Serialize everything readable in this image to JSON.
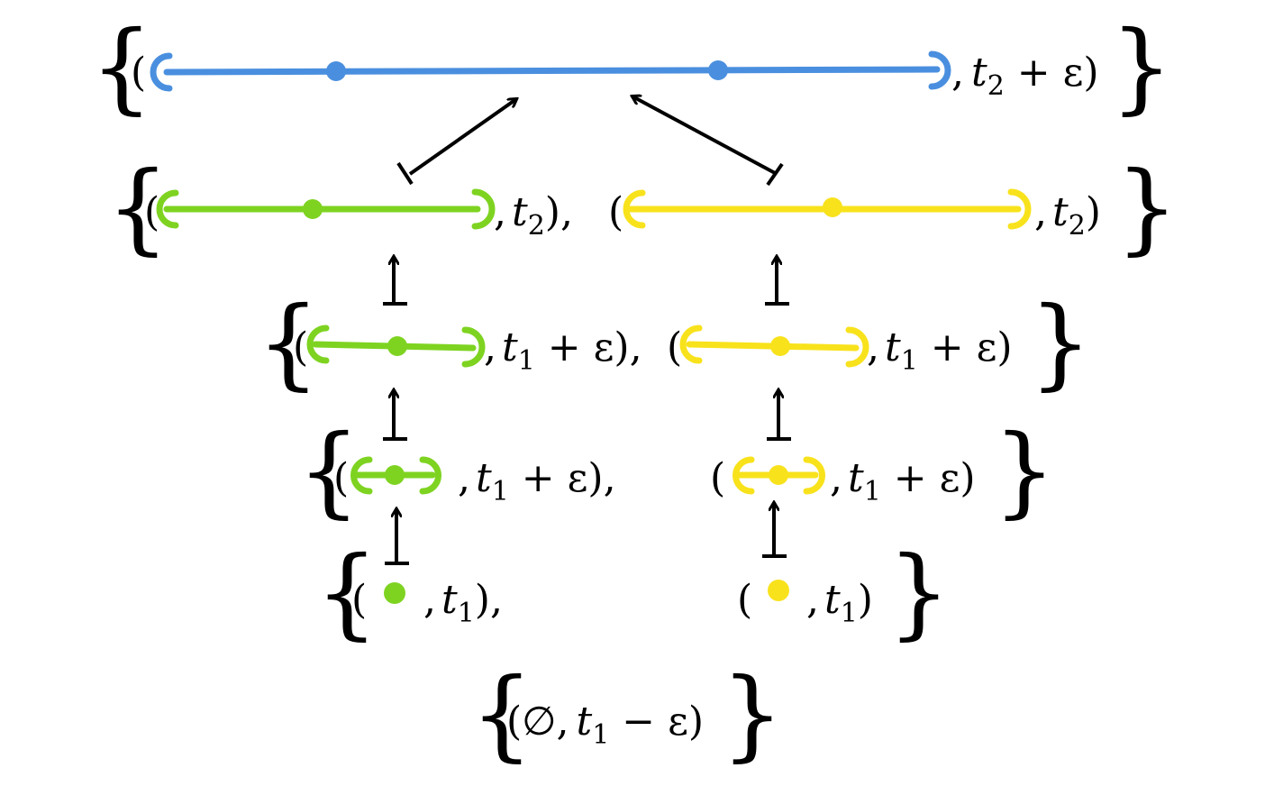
{
  "colors": {
    "blue": "#4a8fdf",
    "green": "#7ed321",
    "yellow": "#f8e21c",
    "black": "#000000"
  },
  "rows": {
    "row1": {
      "time": "t",
      "time_sub": "2",
      "suffix": " + ε)"
    },
    "row2": {
      "left": {
        "time": "t",
        "time_sub": "2",
        "suffix": "),",
        "open": "("
      },
      "right": {
        "time": "t",
        "time_sub": "2",
        "suffix": ")",
        "open": "("
      }
    },
    "row3": {
      "left": {
        "time": "t",
        "time_sub": "1",
        "suffix": " + ε),",
        "open": "("
      },
      "right": {
        "time": "t",
        "time_sub": "1",
        "suffix": " + ε)",
        "open": "("
      }
    },
    "row4": {
      "left": {
        "time": "t",
        "time_sub": "1",
        "suffix": " + ε),",
        "open": "("
      },
      "right": {
        "time": "t",
        "time_sub": "1",
        "suffix": " + ε)",
        "open": "("
      }
    },
    "row5": {
      "left": {
        "time": "t",
        "time_sub": "1",
        "suffix": "),",
        "open": "("
      },
      "right": {
        "time": "t",
        "time_sub": "1",
        "suffix": ")",
        "open": "("
      }
    },
    "row6": {
      "open": "(",
      "empty": "∅",
      "time": "t",
      "time_sub": "1",
      "suffix": " − ε)"
    }
  },
  "symbols": {
    "brace_open": "{",
    "brace_close": "}",
    "comma": ",",
    "paren_open": "("
  }
}
